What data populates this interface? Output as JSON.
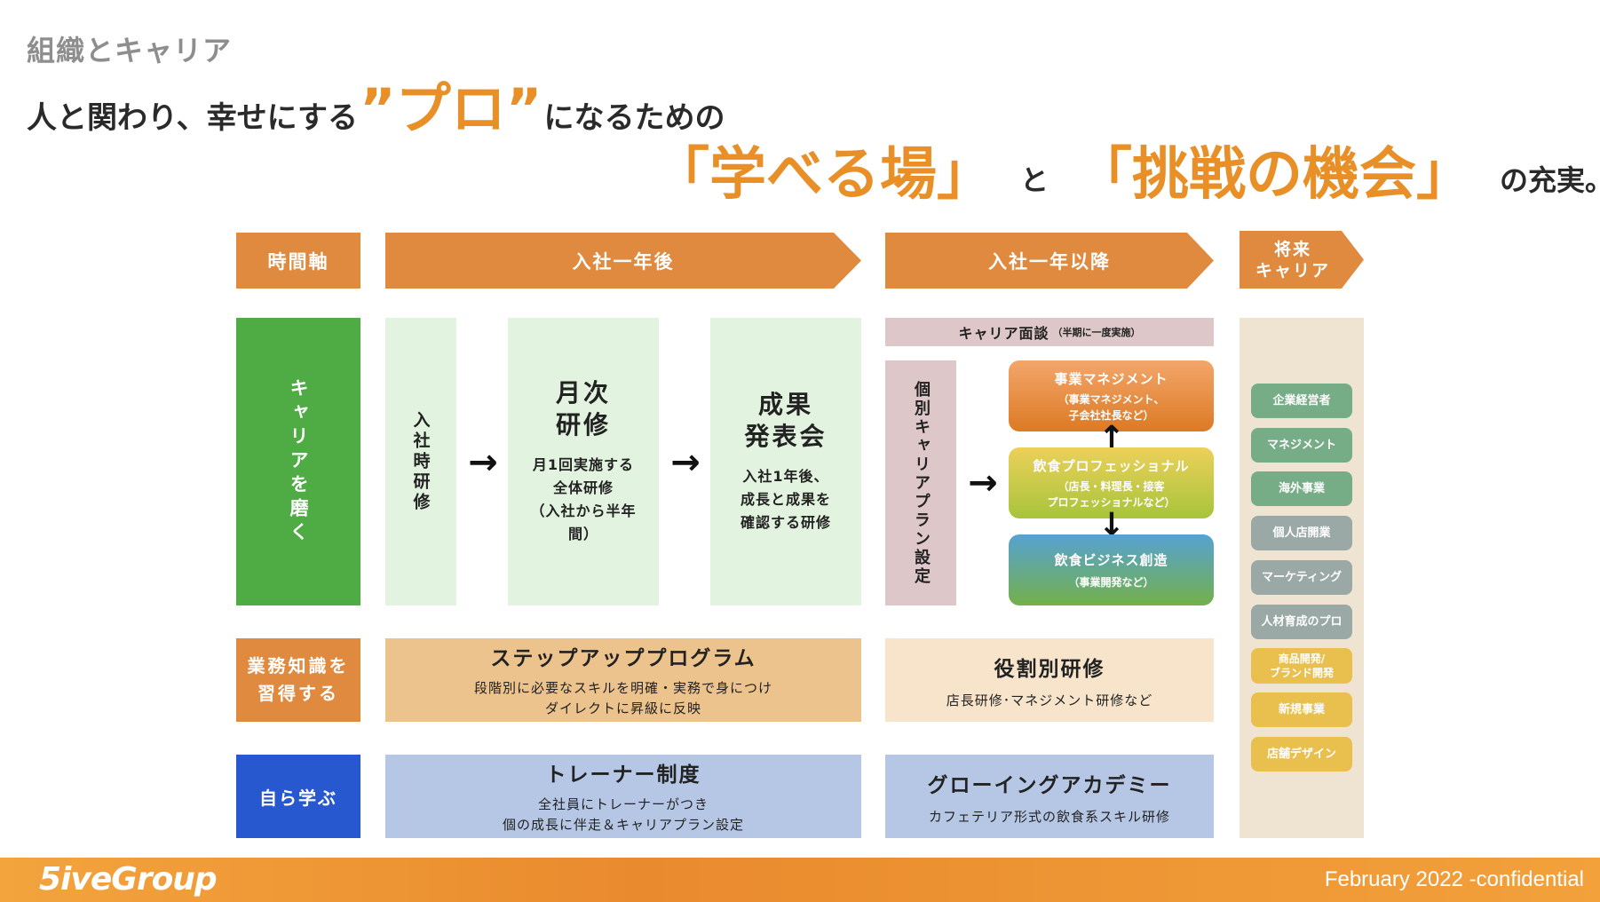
{
  "section_title": "組織とキャリア",
  "headline": {
    "part1": "人と関わり、幸せにする",
    "pro": "”プロ”",
    "part2": "になるための"
  },
  "subheadline": {
    "learn": "「学べる場」",
    "and": "と",
    "challenge": "「挑戦の機会」",
    "tail": "の充実。"
  },
  "timeline": {
    "axis": "時間軸",
    "after_year": "入社一年後",
    "beyond_year": "入社一年以降",
    "future": [
      "将来",
      "キャリア"
    ]
  },
  "rows": {
    "career": "キャリアを磨く",
    "knowledge": [
      "業務知識を",
      "習得する"
    ],
    "self": "自ら学ぶ"
  },
  "career_row": {
    "entry": "入社時研修",
    "monthly_title": [
      "月次",
      "研修"
    ],
    "monthly_desc": [
      "月1回実施する",
      "全体研修",
      "（入社から半年",
      "間）"
    ],
    "results_title": [
      "成果",
      "発表会"
    ],
    "results_desc": [
      "入社1年後、",
      "成長と成果を",
      "確認する研修"
    ],
    "interview": "キャリア面談",
    "interview_note": "（半期に一度実施）",
    "plan": "個別キャリアプラン設定",
    "paths": [
      {
        "title": "事業マネジメント",
        "desc": [
          "（事業マネジメント、",
          "子会社社長など）"
        ]
      },
      {
        "title": "飲食プロフェッショナル",
        "desc": [
          "（店長・料理長・接客",
          "プロフェッショナルなど）"
        ]
      },
      {
        "title": "飲食ビジネス創造",
        "desc": [
          "（事業開発など）"
        ]
      }
    ]
  },
  "knowledge_row": {
    "stepup_title": "ステップアッププログラム",
    "stepup_desc": [
      "段階別に必要なスキルを明確・実務で身につけ",
      "ダイレクトに昇級に反映"
    ],
    "role_title": "役割別研修",
    "role_desc": "店長研修･マネジメント研修など"
  },
  "self_row": {
    "trainer_title": "トレーナー制度",
    "trainer_desc": [
      "全社員にトレーナーがつき",
      "個の成長に伴走＆キャリアプラン設定"
    ],
    "academy_title": "グローイングアカデミー",
    "academy_desc": "カフェテリア形式の飲食系スキル研修"
  },
  "future_careers": [
    {
      "label": [
        "企業経営者"
      ],
      "color": "#76ad87"
    },
    {
      "label": [
        "マネジメント"
      ],
      "color": "#76ad87"
    },
    {
      "label": [
        "海外事業"
      ],
      "color": "#76ad87"
    },
    {
      "label": [
        "個人店開業"
      ],
      "color": "#9aa9a5"
    },
    {
      "label": [
        "マーケティング"
      ],
      "color": "#9aa9a5"
    },
    {
      "label": [
        "人材育成のプロ"
      ],
      "color": "#9aa9a5"
    },
    {
      "label": [
        "商品開発/",
        "ブランド開発"
      ],
      "color": "#e9bf4e"
    },
    {
      "label": [
        "新規事業"
      ],
      "color": "#e9bf4e"
    },
    {
      "label": [
        "店舗デザイン"
      ],
      "color": "#e9bf4e"
    }
  ],
  "footer": {
    "logo": "5iveGroup",
    "confidential": "February 2022 -confidential"
  },
  "colors": {
    "accent_orange": "#df8a3e",
    "title_orange": "#e89027",
    "green": "#4fac45",
    "blue": "#2858cf"
  }
}
